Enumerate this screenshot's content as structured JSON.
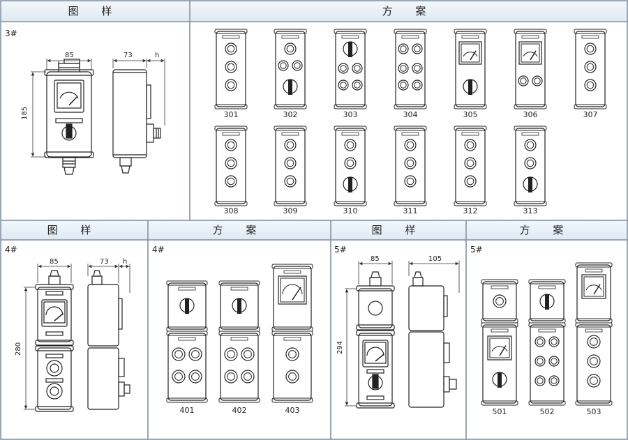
{
  "header_top": {
    "left": "图 样",
    "right": "方 案"
  },
  "header_bottom": [
    "图 样",
    "方 案",
    "图 样",
    "方 案"
  ],
  "section3": {
    "tag": "3#",
    "dims": {
      "width": "85",
      "depth": "73",
      "h": "h",
      "height": "185"
    },
    "schemes_row1": [
      "301",
      "302",
      "303",
      "304",
      "305",
      "306",
      "307"
    ],
    "schemes_row2": [
      "308",
      "309",
      "310",
      "311",
      "312",
      "313"
    ]
  },
  "section4": {
    "tag": "4#",
    "scheme_tag": "4#",
    "dims": {
      "width": "85",
      "depth": "73",
      "h": "h",
      "height": "280"
    },
    "schemes": [
      "401",
      "402",
      "403"
    ]
  },
  "section5": {
    "tag": "5#",
    "scheme_tag": "5#",
    "dims": {
      "width": "85",
      "depth": "105",
      "height": "294"
    },
    "schemes": [
      "501",
      "502",
      "503"
    ]
  }
}
